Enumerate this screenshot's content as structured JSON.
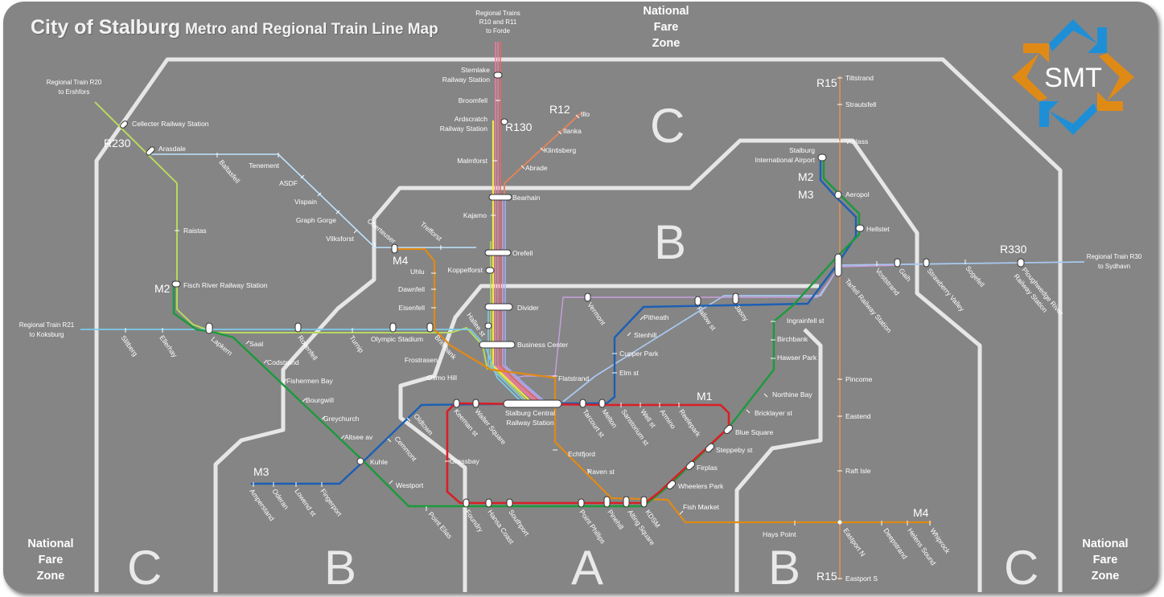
{
  "title": {
    "main": "City of Stalburg",
    "sub": "Metro and Regional Train Line Map"
  },
  "logo": {
    "text": "SMT",
    "colors": {
      "blue": "#1e8fd6",
      "orange": "#e08a16"
    }
  },
  "zones": {
    "national_fare_zone": [
      "National",
      "Fare",
      "Zone"
    ],
    "labels": {
      "A": "A",
      "B": "B",
      "C": "C"
    }
  },
  "colors": {
    "background": "#858585",
    "zone_line": "#e6e6e6",
    "M1": "#d81f26",
    "M2": "#1c5fb4",
    "M3": "#1b9a3c",
    "M4": "#e08a16",
    "R12": "#e0845a",
    "R130": "#f2e84a",
    "R230": "#b8d860",
    "R21": "#7ccbe8",
    "R330": "#a9c8f0",
    "R15": "#d68f5a",
    "R_north": "#f07ba0",
    "R_misc": "#c9a0e0"
  },
  "line_labels": {
    "M1": "M1",
    "M2": "M2",
    "M3": "M3",
    "M4": "M4",
    "R12": "R12",
    "R130": "R130",
    "R230": "R230",
    "R330": "R330",
    "R15": "R15"
  },
  "terminals": {
    "north": [
      "Regional Trains",
      "R10 and R11",
      "to Forde"
    ],
    "r20": [
      "Regional Train R20",
      "to Ershfors"
    ],
    "r21": [
      "Regional Train R21",
      "to Koksburg"
    ],
    "r30": [
      "Regional Train R30",
      "to Sydhavn"
    ]
  },
  "stations": {
    "stemlake": [
      "Stemlake",
      "Railway Station"
    ],
    "broomfell": "Broomfell",
    "ardscratch": [
      "Ardscratch",
      "Railway Station"
    ],
    "malmforst": "Malmforst",
    "abrade": "Abrade",
    "klintisberg": "Klintisberg",
    "ilanka": "Ilanka",
    "illo": "Illo",
    "bearhain": "Bearhain",
    "kajamo": "Kajamo",
    "orefell": "Orefell",
    "koppelforst": "Koppelforst",
    "divider": "Divider",
    "hallee": "Hallee st",
    "business": "Business Center",
    "flatstrand": "Flatstrand",
    "central": [
      "Stalburg Central",
      "Railway Station"
    ],
    "cellecter": "Cellecter Railway Station",
    "arasdale": "Arasdale",
    "baltasfell": "Baltasfell",
    "tenement": "Tenement",
    "asdf": "ASDF",
    "vispain": "Vispain",
    "graphgorge": "Graph Gorge",
    "vilksforst": "Vilksforst",
    "oberteuser": "Oberteuser",
    "trefforst": "Trefforst",
    "raistas": "Raistas",
    "fischriver": "Fisch River Railway Station",
    "uhlu": "Uhlu",
    "dawnfell": "Dawnfell",
    "eisenfell": "Eisenfell",
    "olympic": "Olympic Stadium",
    "brimbank": "Brimbank",
    "frostrasen": "Frostrasen",
    "osmohill": "Osmo Hill",
    "slitberg": "Slitberg",
    "ellerhay": "Ellerhay",
    "lapkern": "Lapkern",
    "saal": "Saal",
    "roilenfell": "Roilenfell",
    "turnip": "Turnip",
    "codstrand": "Codstrand",
    "fishermen": "Fishermen Bay",
    "bourgwill": "Bourgwill",
    "greychurch": "Greychurch",
    "altsee": "Altsee av",
    "kuhle": "Kuhle",
    "westport": "Westport",
    "pointelias": "Point Elias",
    "cemmont": "Cemmont",
    "oldtown": "Oldtown",
    "keeman": "Keeman st",
    "walter": "Walter Square",
    "grassbay": "Grassbay",
    "foundry": "Foundry",
    "hansa": "Hansa Coast",
    "southport": "Southport",
    "pointphillips": "Point Phillips",
    "pinehill": "Pinehill",
    "alting": "Alting Square",
    "kdsm": "KDSM",
    "ravenst": "Raven st",
    "echtfjord": "Echtfjord",
    "tarcourt": "Tarcourt st",
    "melton": "Melton",
    "sanstorium": "Sanstorium st",
    "wellst": "Well st",
    "armino": "Armino",
    "reelepark": "Reelepark",
    "bluesquare": "Blue Square",
    "steppeby": "Steppeby st",
    "firplas": "Firplas",
    "wheelers": "Wheelers Park",
    "fishmarket": "Fish Market",
    "bricklayer": "Bricklayer st",
    "northinebay": "Northine Bay",
    "hawserpark": "Hawser Park",
    "birchbank": "Birchbank",
    "ingrainfell": "Ingrainfell st",
    "elmst": "Elm st",
    "cupperpark": "Cupper Park",
    "stenhill": "Stenhill",
    "pitheath": "Pitheath",
    "fallow": "Fallow st",
    "jasny": "Jasny",
    "vermont": "Vermont",
    "amperstand": "Amperstand",
    "oderan": "Oderan",
    "lowend": "Lowend st",
    "fingerport": "Fingerport",
    "airport": [
      "Stalburg",
      "International Airport"
    ],
    "aeropol": "Aeropol",
    "hellstet": "Hellstet",
    "tarfell": "Tarfell Railway Station",
    "voststrand": "Voststrand",
    "gaih": "Gaih",
    "strawberry": "Strawberry Valley",
    "sogefell": "Sogefell",
    "ploughwedge": [
      "Ploughwedge River",
      "Railway Station"
    ],
    "tiltstrand": "Tiltstrand",
    "strautsfell": "Strautsfell",
    "verlass": "Verlass",
    "pincome": "Pincome",
    "eastend": "Eastend",
    "raftisle": "Raft Isle",
    "eastportn": "Eastport N",
    "eastports": "Eastport S",
    "hayspoint": "Hays Point",
    "deepstrand": "Deepstrand",
    "helenssound": "Helens Sound",
    "whiprock": "Whiprock"
  }
}
